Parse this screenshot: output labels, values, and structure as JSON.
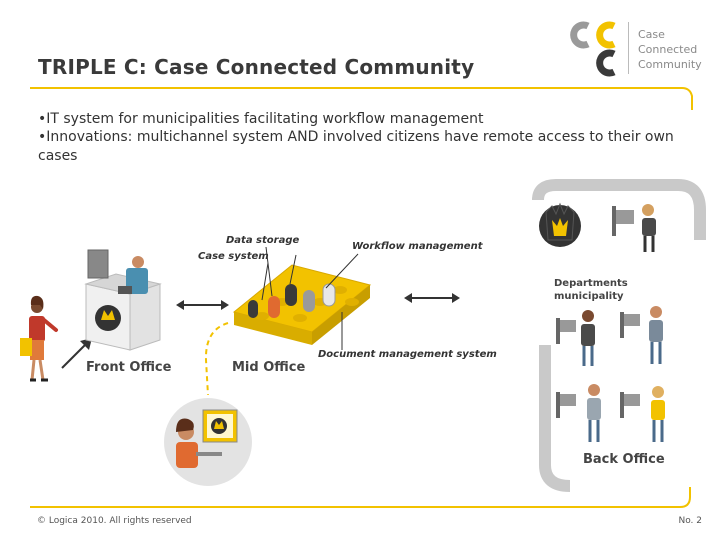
{
  "logo": {
    "lines": [
      "Case",
      "Connected",
      "Community"
    ]
  },
  "title": "TRIPLE C: Case Connected Community",
  "bullets": [
    "•IT system for municipalities facilitating workflow management",
    "•Innovations: multichannel system AND involved citizens have remote access to their own cases"
  ],
  "diagram": {
    "front_office": "Front Office",
    "mid_office": "Mid Office",
    "back_office": "Back Office",
    "data_storage": "Data storage",
    "case_system": "Case system",
    "workflow_management": "Workflow management",
    "document_management": "Document management system",
    "departments_line1": "Departments",
    "departments_line2": "municipality"
  },
  "footer": {
    "copyright": "© Logica 2010. All rights reserved",
    "page": "No. 2"
  },
  "colors": {
    "accent_yellow": "#f2c200",
    "grey": "#c8c8c8",
    "dark": "#3a3a3a"
  }
}
